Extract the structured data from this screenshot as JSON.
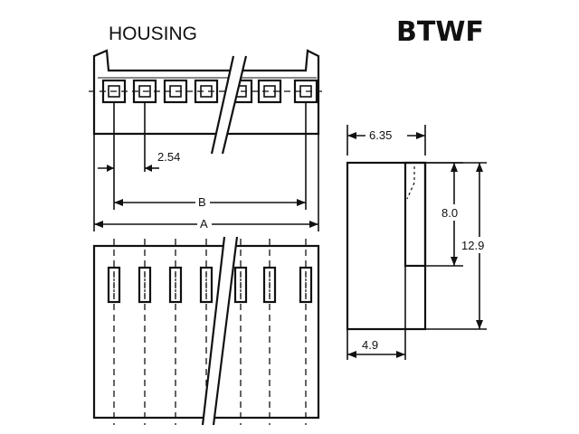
{
  "header": {
    "part_label": "HOUSING",
    "model_code": "BTWF"
  },
  "dimensions": {
    "pitch": "2.54",
    "b_span": "B",
    "a_span": "A",
    "width_top": "6.35",
    "slot_height": "8.0",
    "total_height": "12.9",
    "width_bottom": "4.9"
  },
  "colors": {
    "ink": "#111111",
    "paper": "#ffffff"
  }
}
